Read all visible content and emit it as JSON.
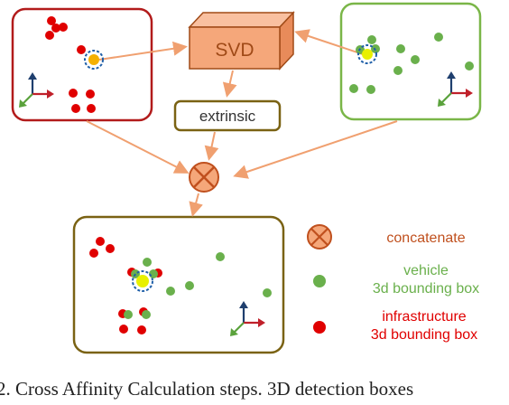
{
  "colors": {
    "infrastructure": "#e00000",
    "vehicle": "#6ab04c",
    "infra_frame": "#b21b1b",
    "vehicle_frame": "#7ab648",
    "fused_frame": "#7a6213",
    "svd_fill": "#f5a77a",
    "svd_stroke": "#a04a17",
    "arrow": "#f0a070",
    "concat_fill": "#f5a77a",
    "concat_stroke": "#c0501e",
    "highlight": "#f5e400",
    "axis_up": "#1f3f6e",
    "axis_right": "#c0202a",
    "axis_diag": "#5aa23c",
    "concatenate_text": "#c0501e",
    "extrinsic_text": "#333333"
  },
  "nodes": {
    "svd_label": "SVD",
    "extrinsic_label": "extrinsic"
  },
  "legend": {
    "concatenate": "concatenate",
    "vehicle_line1": "vehicle",
    "vehicle_line2": "3d bounding box",
    "infra_line1": "infrastructure",
    "infra_line2": "3d bounding box"
  },
  "caption": "2. Cross Affinity Calculation steps. 3D detection boxes"
}
